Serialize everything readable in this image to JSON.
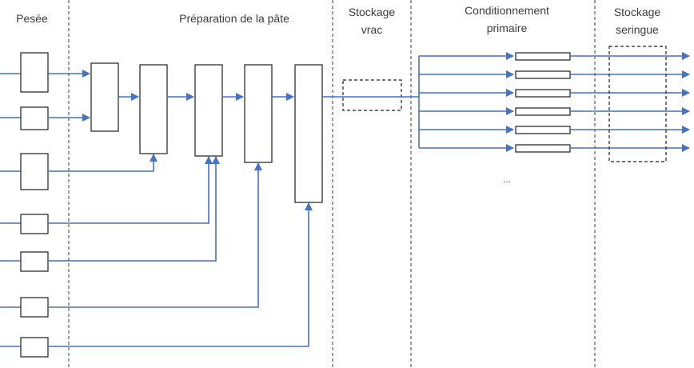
{
  "sections": {
    "pesee": "Pesée",
    "preparation": "Préparation de la pâte",
    "stockage_vrac_line1": "Stockage",
    "stockage_vrac_line2": "vrac",
    "conditionnement_line1": "Conditionnement",
    "conditionnement_line2": "primaire",
    "stockage_seringue_line1": "Stockage",
    "stockage_seringue_line2": "seringue"
  },
  "ellipsis": "...",
  "colors": {
    "flow": "#4472c4",
    "box_stroke": "#1f1f1f",
    "divider": "#3c3c3c",
    "text": "#3c3c3c"
  }
}
